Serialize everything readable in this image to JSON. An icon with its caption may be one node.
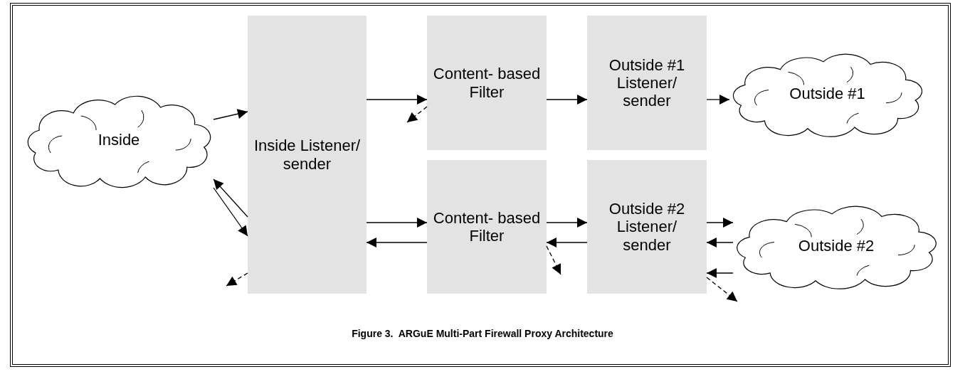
{
  "diagram": {
    "caption": "Figure 3.  ARGuE Multi-Part Firewall Proxy Architecture",
    "nodes": [
      {
        "text": [
          "Inside"
        ]
      },
      {
        "text": [
          "Inside Listener/ sender"
        ]
      },
      {
        "text": [
          "Content- based Filter"
        ]
      },
      {
        "text": [
          "Outside #1 Listener/ sender"
        ]
      },
      {
        "text": [
          "Outside #1"
        ]
      },
      {
        "text": [
          "Content- based Filter"
        ]
      },
      {
        "text": [
          "Outside #2 Listener/ sender"
        ]
      },
      {
        "text": [
          "Outside #2"
        ]
      }
    ],
    "edges": [
      {
        "from": 0,
        "to": 1,
        "arrow": "to"
      },
      {
        "from": 1,
        "to": 0,
        "arrow": "to"
      },
      {
        "from": 0,
        "to": 1,
        "arrow": "to"
      },
      {
        "from": 1,
        "to": null,
        "arrow": "to",
        "style": "dashed"
      },
      {
        "from": 1,
        "to": 2,
        "arrow": "to"
      },
      {
        "from": 2,
        "to": null,
        "arrow": "to",
        "style": "dashed"
      },
      {
        "from": 2,
        "to": 3,
        "arrow": "to"
      },
      {
        "from": 3,
        "to": 4,
        "arrow": "to"
      },
      {
        "from": 1,
        "to": 5,
        "arrow": "to"
      },
      {
        "from": 5,
        "to": 1,
        "arrow": "to"
      },
      {
        "from": 5,
        "to": null,
        "arrow": "to",
        "style": "dashed"
      },
      {
        "from": 5,
        "to": 6,
        "arrow": "to"
      },
      {
        "from": 6,
        "to": 5,
        "arrow": "to"
      },
      {
        "from": 6,
        "to": 7,
        "arrow": "to"
      },
      {
        "from": 7,
        "to": 6,
        "arrow": "to"
      },
      {
        "from": 7,
        "to": 6,
        "arrow": "to"
      },
      {
        "from": 6,
        "to": null,
        "arrow": "to",
        "style": "dashed"
      }
    ]
  }
}
